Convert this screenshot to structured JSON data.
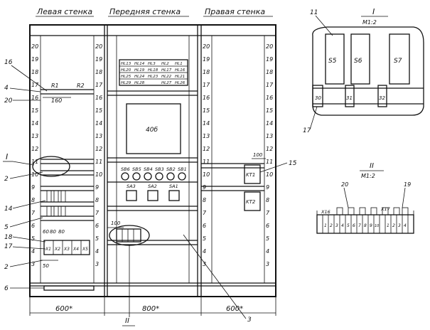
{
  "walls": {
    "left": "Левая стенка",
    "front": "Передняя стенка",
    "right": "Правая стенка"
  },
  "scale_left": [
    "20",
    "19",
    "18",
    "17",
    "16",
    "15",
    "14",
    "13",
    "12",
    "11",
    "10",
    "9",
    "8",
    "7",
    "6",
    "5",
    "4",
    "3"
  ],
  "scale_mid": [
    "20",
    "19",
    "18",
    "17",
    "16",
    "15",
    "14",
    "13",
    "12",
    "11",
    "10",
    "9",
    "8",
    "7",
    "6",
    "5",
    "4",
    "3"
  ],
  "scale_right_a": [
    "20",
    "19",
    "18",
    "17",
    "16",
    "15",
    "14",
    "13",
    "12",
    "11",
    "10",
    "9",
    "8",
    "7",
    "6",
    "5",
    "4",
    "3"
  ],
  "scale_right_b": [
    "20",
    "19",
    "18",
    "17",
    "16",
    "15",
    "14",
    "13",
    "12",
    "11",
    "10",
    "9",
    "8",
    "7",
    "6",
    "5",
    "4",
    "3"
  ],
  "callouts": {
    "c16": "16",
    "c4": "4",
    "c20": "20",
    "cI": "I",
    "c2a": "2",
    "c14": "14",
    "c5": "5",
    "c18": "18",
    "c17": "17",
    "c2b": "2",
    "c6": "6",
    "c3": "3",
    "cII": "II",
    "c15": "15"
  },
  "components": {
    "r1": "R1",
    "r2": "R2",
    "d160": "160",
    "d100a": "100",
    "d100b": "100",
    "d60": "60",
    "d80a": "80",
    "d80b": "80",
    "d50": "50",
    "x1": "X1",
    "x2": "X2",
    "x3": "X3",
    "x4": "X4",
    "x5": "X5",
    "kt1": "KT1",
    "kt2": "KT2",
    "block": "40б"
  },
  "hl_grid": [
    [
      "HL13",
      "HL14",
      "HL3",
      "HL2",
      "HL1"
    ],
    [
      "HL20",
      "HL19",
      "HL18",
      "HL17",
      "HL16"
    ],
    [
      "HL25",
      "HL24",
      "HL23",
      "HL22",
      "HL21"
    ],
    [
      "HL29",
      "HL28",
      "",
      "HL27",
      "HL26"
    ]
  ],
  "sb_labels": [
    "SB6",
    "SB5",
    "SB4",
    "SB3",
    "SB2",
    "SB1"
  ],
  "sa_labels": [
    "SA3",
    "SA2",
    "SA1"
  ],
  "dims": {
    "left": "600*",
    "mid": "800*",
    "right": "600*"
  },
  "detail_I": {
    "title": "I",
    "scale": "M1:2",
    "c11": "11",
    "c17": "17",
    "blocks": [
      "S5",
      "S6",
      "S7"
    ],
    "terminals": [
      "30",
      "31",
      "32"
    ]
  },
  "detail_II": {
    "title": "II",
    "scale": "M1:2",
    "c20": "20",
    "c19": "19",
    "t16": "Х16",
    "t17": "Х17",
    "terms": [
      "1",
      "2",
      "3",
      "4",
      "5",
      "6",
      "7",
      "8",
      "9",
      "10",
      "1",
      "2",
      "3",
      "4"
    ]
  }
}
